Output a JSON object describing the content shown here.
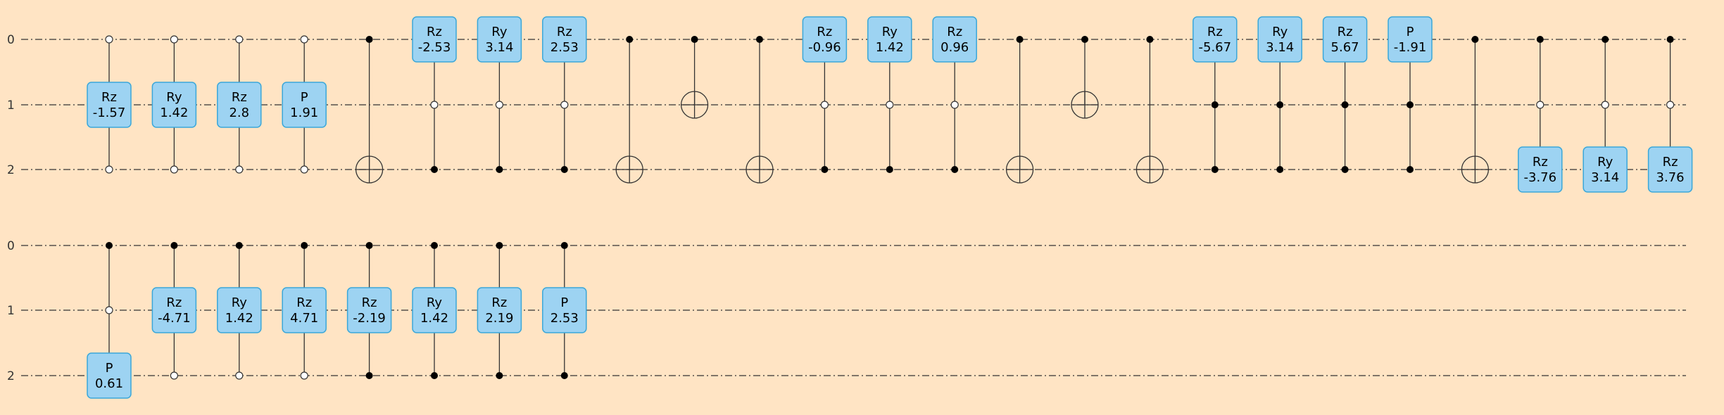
{
  "diagram": {
    "title": "",
    "colors": {
      "background": "#ffe4c4",
      "gate_fill": "#9dd3f2",
      "gate_border": "#3aa7d9",
      "wire": "#333333"
    },
    "qubit_labels": [
      "0",
      "1",
      "2"
    ],
    "rows": [
      {
        "columns": [
          {
            "type": "ctrl",
            "controls": [
              {
                "q": 0,
                "state": "open"
              },
              {
                "q": 2,
                "state": "open"
              }
            ],
            "gate": {
              "q": 1,
              "name": "Rz",
              "param": "-1.57"
            }
          },
          {
            "type": "ctrl",
            "controls": [
              {
                "q": 0,
                "state": "open"
              },
              {
                "q": 2,
                "state": "open"
              }
            ],
            "gate": {
              "q": 1,
              "name": "Ry",
              "param": "1.42"
            }
          },
          {
            "type": "ctrl",
            "controls": [
              {
                "q": 0,
                "state": "open"
              },
              {
                "q": 2,
                "state": "open"
              }
            ],
            "gate": {
              "q": 1,
              "name": "Rz",
              "param": "2.8"
            }
          },
          {
            "type": "ctrl",
            "controls": [
              {
                "q": 0,
                "state": "open"
              },
              {
                "q": 2,
                "state": "open"
              }
            ],
            "gate": {
              "q": 1,
              "name": "P",
              "param": "1.91"
            }
          },
          {
            "type": "cnot",
            "control": 0,
            "target": 2
          },
          {
            "type": "ctrl",
            "controls": [
              {
                "q": 1,
                "state": "open"
              },
              {
                "q": 2,
                "state": "closed"
              }
            ],
            "gate": {
              "q": 0,
              "name": "Rz",
              "param": "-2.53"
            }
          },
          {
            "type": "ctrl",
            "controls": [
              {
                "q": 1,
                "state": "open"
              },
              {
                "q": 2,
                "state": "closed"
              }
            ],
            "gate": {
              "q": 0,
              "name": "Ry",
              "param": "3.14"
            }
          },
          {
            "type": "ctrl",
            "controls": [
              {
                "q": 1,
                "state": "open"
              },
              {
                "q": 2,
                "state": "closed"
              }
            ],
            "gate": {
              "q": 0,
              "name": "Rz",
              "param": "2.53"
            }
          },
          {
            "type": "cnot",
            "control": 0,
            "target": 2
          },
          {
            "type": "cnot",
            "control": 0,
            "target": 1
          },
          {
            "type": "cnot",
            "control": 0,
            "target": 2
          },
          {
            "type": "ctrl",
            "controls": [
              {
                "q": 1,
                "state": "open"
              },
              {
                "q": 2,
                "state": "closed"
              }
            ],
            "gate": {
              "q": 0,
              "name": "Rz",
              "param": "-0.96"
            }
          },
          {
            "type": "ctrl",
            "controls": [
              {
                "q": 1,
                "state": "open"
              },
              {
                "q": 2,
                "state": "closed"
              }
            ],
            "gate": {
              "q": 0,
              "name": "Ry",
              "param": "1.42"
            }
          },
          {
            "type": "ctrl",
            "controls": [
              {
                "q": 1,
                "state": "open"
              },
              {
                "q": 2,
                "state": "closed"
              }
            ],
            "gate": {
              "q": 0,
              "name": "Rz",
              "param": "0.96"
            }
          },
          {
            "type": "cnot",
            "control": 0,
            "target": 2
          },
          {
            "type": "cnot",
            "control": 0,
            "target": 1
          },
          {
            "type": "cnot",
            "control": 0,
            "target": 2
          },
          {
            "type": "ctrl",
            "controls": [
              {
                "q": 1,
                "state": "closed"
              },
              {
                "q": 2,
                "state": "closed"
              }
            ],
            "gate": {
              "q": 0,
              "name": "Rz",
              "param": "-5.67"
            }
          },
          {
            "type": "ctrl",
            "controls": [
              {
                "q": 1,
                "state": "closed"
              },
              {
                "q": 2,
                "state": "closed"
              }
            ],
            "gate": {
              "q": 0,
              "name": "Ry",
              "param": "3.14"
            }
          },
          {
            "type": "ctrl",
            "controls": [
              {
                "q": 1,
                "state": "closed"
              },
              {
                "q": 2,
                "state": "closed"
              }
            ],
            "gate": {
              "q": 0,
              "name": "Rz",
              "param": "5.67"
            }
          },
          {
            "type": "ctrl",
            "controls": [
              {
                "q": 1,
                "state": "closed"
              },
              {
                "q": 2,
                "state": "closed"
              }
            ],
            "gate": {
              "q": 0,
              "name": "P",
              "param": "-1.91"
            }
          },
          {
            "type": "cnot",
            "control": 0,
            "target": 2
          },
          {
            "type": "ctrl",
            "controls": [
              {
                "q": 0,
                "state": "closed"
              },
              {
                "q": 1,
                "state": "open"
              }
            ],
            "gate": {
              "q": 2,
              "name": "Rz",
              "param": "-3.76"
            }
          },
          {
            "type": "ctrl",
            "controls": [
              {
                "q": 0,
                "state": "closed"
              },
              {
                "q": 1,
                "state": "open"
              }
            ],
            "gate": {
              "q": 2,
              "name": "Ry",
              "param": "3.14"
            }
          },
          {
            "type": "ctrl",
            "controls": [
              {
                "q": 0,
                "state": "closed"
              },
              {
                "q": 1,
                "state": "open"
              }
            ],
            "gate": {
              "q": 2,
              "name": "Rz",
              "param": "3.76"
            }
          }
        ]
      },
      {
        "columns": [
          {
            "type": "ctrl",
            "controls": [
              {
                "q": 0,
                "state": "closed"
              },
              {
                "q": 1,
                "state": "open"
              }
            ],
            "gate": {
              "q": 2,
              "name": "P",
              "param": "0.61"
            }
          },
          {
            "type": "ctrl",
            "controls": [
              {
                "q": 0,
                "state": "closed"
              },
              {
                "q": 2,
                "state": "open"
              }
            ],
            "gate": {
              "q": 1,
              "name": "Rz",
              "param": "-4.71"
            }
          },
          {
            "type": "ctrl",
            "controls": [
              {
                "q": 0,
                "state": "closed"
              },
              {
                "q": 2,
                "state": "open"
              }
            ],
            "gate": {
              "q": 1,
              "name": "Ry",
              "param": "1.42"
            }
          },
          {
            "type": "ctrl",
            "controls": [
              {
                "q": 0,
                "state": "closed"
              },
              {
                "q": 2,
                "state": "open"
              }
            ],
            "gate": {
              "q": 1,
              "name": "Rz",
              "param": "4.71"
            }
          },
          {
            "type": "ctrl",
            "controls": [
              {
                "q": 0,
                "state": "closed"
              },
              {
                "q": 2,
                "state": "closed"
              }
            ],
            "gate": {
              "q": 1,
              "name": "Rz",
              "param": "-2.19"
            }
          },
          {
            "type": "ctrl",
            "controls": [
              {
                "q": 0,
                "state": "closed"
              },
              {
                "q": 2,
                "state": "closed"
              }
            ],
            "gate": {
              "q": 1,
              "name": "Ry",
              "param": "1.42"
            }
          },
          {
            "type": "ctrl",
            "controls": [
              {
                "q": 0,
                "state": "closed"
              },
              {
                "q": 2,
                "state": "closed"
              }
            ],
            "gate": {
              "q": 1,
              "name": "Rz",
              "param": "2.19"
            }
          },
          {
            "type": "ctrl",
            "controls": [
              {
                "q": 0,
                "state": "closed"
              },
              {
                "q": 2,
                "state": "closed"
              }
            ],
            "gate": {
              "q": 1,
              "name": "P",
              "param": "2.53"
            }
          }
        ]
      }
    ]
  }
}
